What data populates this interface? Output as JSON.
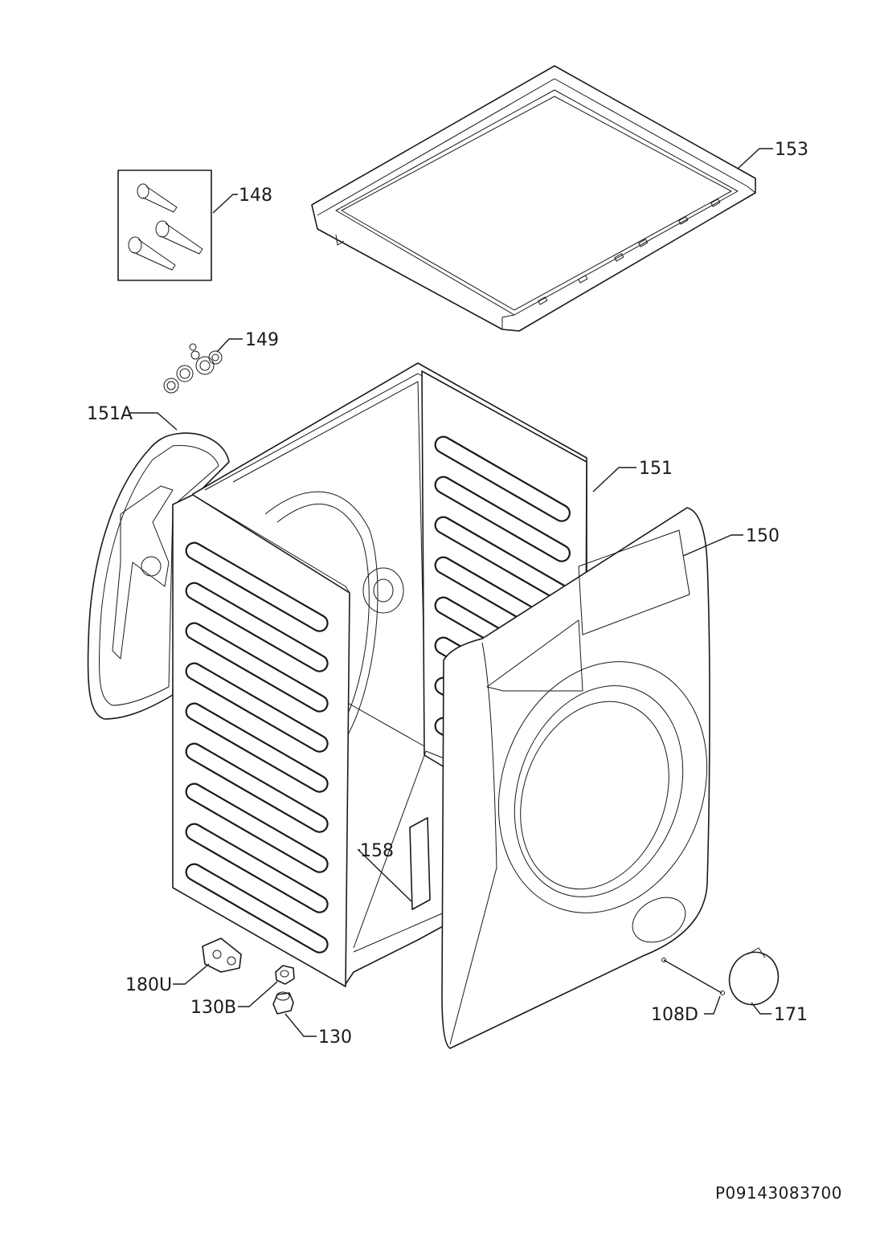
{
  "labels": {
    "p153": "153",
    "p148": "148",
    "p149": "149",
    "p151A": "151A",
    "p151": "151",
    "p150": "150",
    "p158": "158",
    "p180U": "180U",
    "p130B": "130B",
    "p130": "130",
    "p108D": "108D",
    "p171": "171"
  },
  "drawing_code": "P09143083700"
}
